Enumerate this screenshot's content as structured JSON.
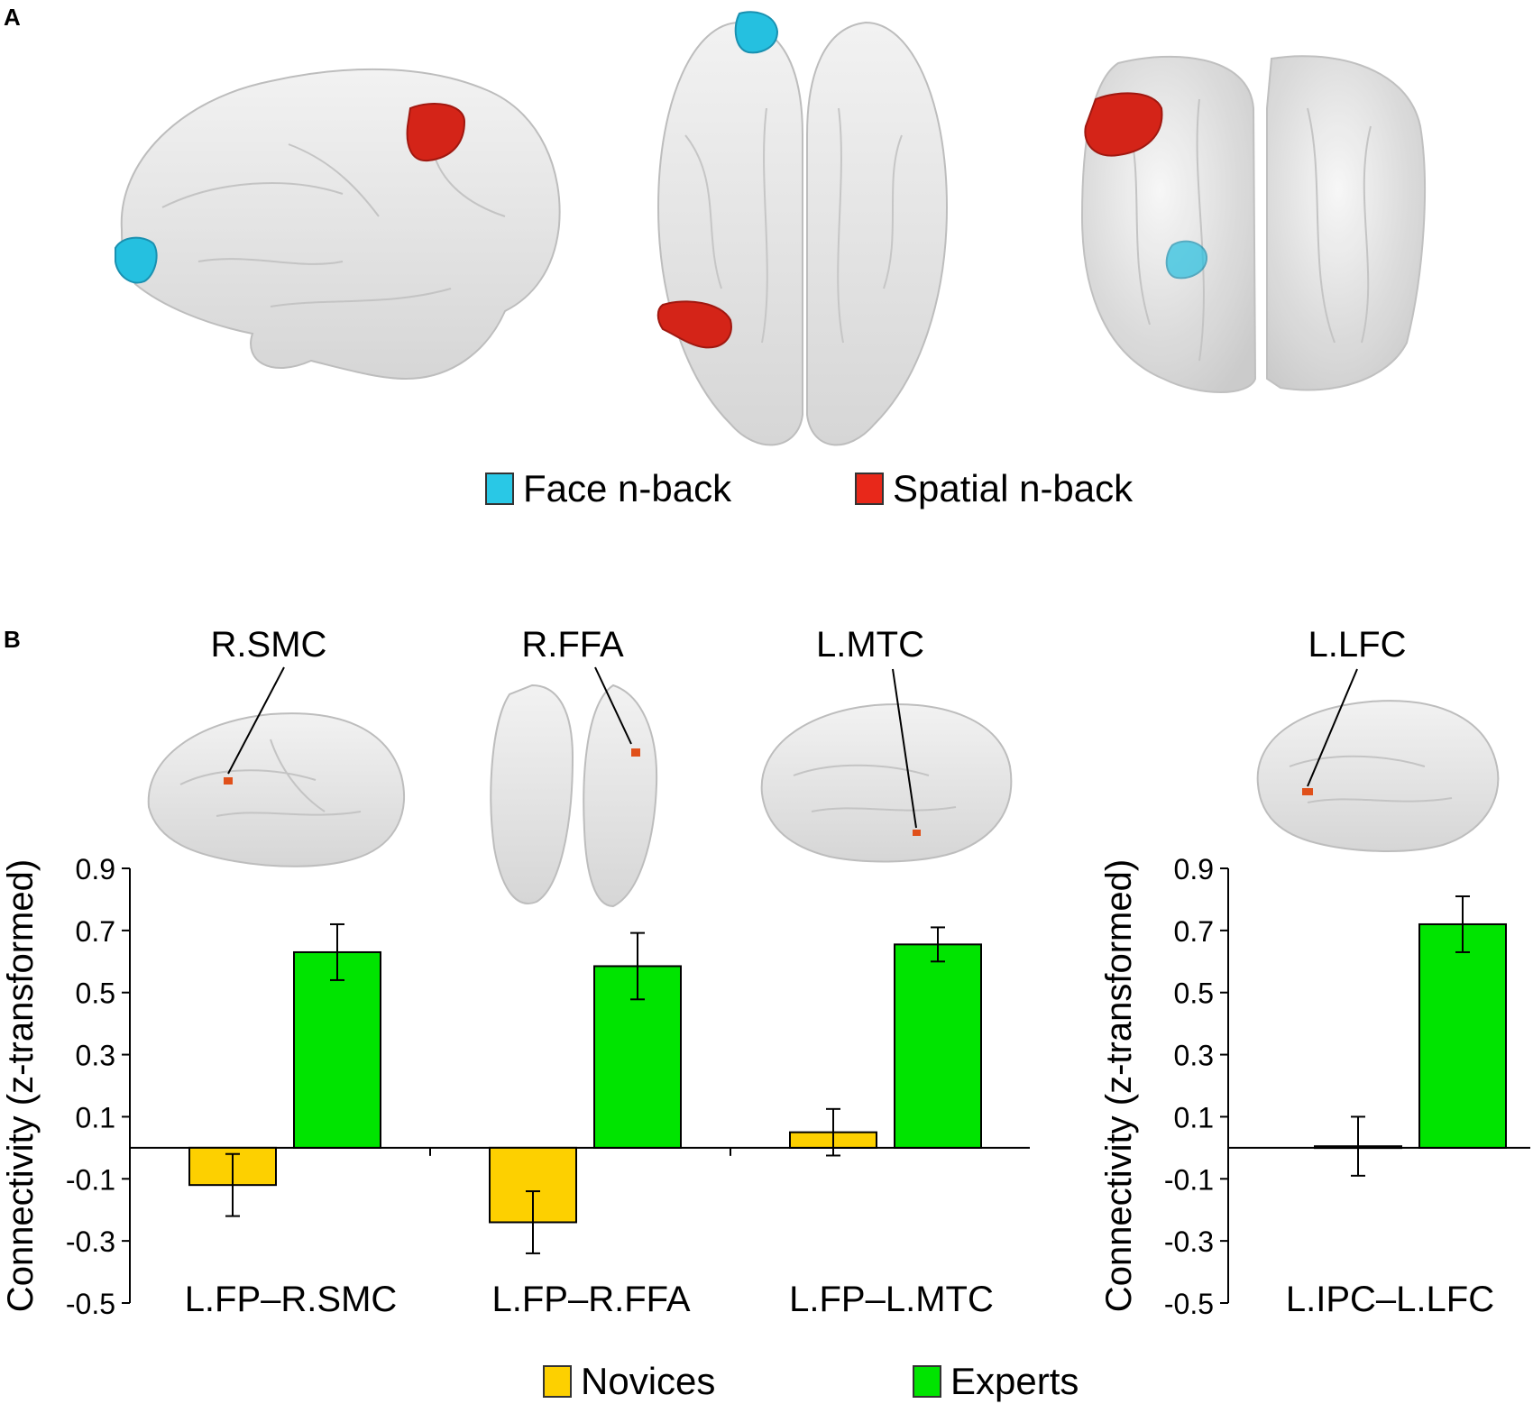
{
  "panel_a": {
    "label": "A",
    "legend": [
      {
        "label": "Face n-back",
        "color": "#29c8e6"
      },
      {
        "label": "Spatial n-back",
        "color": "#e8281a"
      }
    ]
  },
  "panel_b": {
    "label": "B",
    "region_labels": [
      "R.SMC",
      "R.FFA",
      "L.MTC",
      "L.LFC"
    ],
    "legend": [
      {
        "label": "Novices",
        "color": "#fdd000"
      },
      {
        "label": "Experts",
        "color": "#00e400"
      }
    ]
  },
  "chart_data": [
    {
      "type": "bar",
      "categories": [
        "L.FP–R.SMC",
        "L.FP–R.FFA",
        "L.FP–L.MTC"
      ],
      "series": [
        {
          "name": "Novices",
          "values": [
            -0.12,
            -0.24,
            0.05
          ],
          "errors": [
            0.1,
            0.1,
            0.075
          ],
          "color": "#fdd000"
        },
        {
          "name": "Experts",
          "values": [
            0.63,
            0.585,
            0.655
          ],
          "errors": [
            0.09,
            0.107,
            0.055
          ],
          "color": "#00e400"
        }
      ],
      "ylabel": "Connectivity (z-transformed)",
      "yticks": [
        0.9,
        0.7,
        0.5,
        0.3,
        0.1,
        -0.1,
        -0.3,
        -0.5
      ],
      "ylim": [
        -0.5,
        0.9
      ]
    },
    {
      "type": "bar",
      "categories": [
        "L.IPC–L.LFC"
      ],
      "series": [
        {
          "name": "Novices",
          "values": [
            0.005
          ],
          "errors": [
            0.095
          ],
          "color": "#fdd000"
        },
        {
          "name": "Experts",
          "values": [
            0.72
          ],
          "errors": [
            0.09
          ],
          "color": "#00e400"
        }
      ],
      "ylabel": "Connectivity (z-transformed)",
      "yticks": [
        0.9,
        0.7,
        0.5,
        0.3,
        0.1,
        -0.1,
        -0.3,
        -0.5
      ],
      "ylim": [
        -0.5,
        0.9
      ]
    }
  ]
}
